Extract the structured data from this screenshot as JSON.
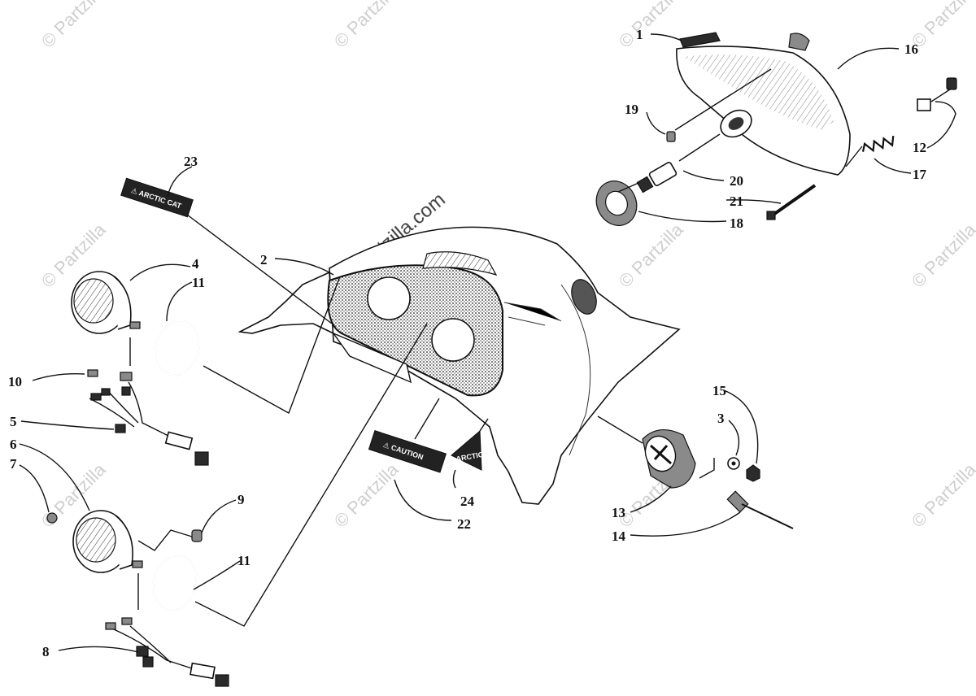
{
  "watermark": {
    "text": "© Partzilla",
    "center_text": "© Partzilla.com"
  },
  "decals": {
    "part_23_text": "⚠ ARCTIC CAT",
    "part_22_text": "⚠ CAUTION",
    "part_24_text": "ARCTIC"
  },
  "callouts": {
    "c1": "1",
    "c2": "2",
    "c3": "3",
    "c4": "4",
    "c5": "5",
    "c6": "6",
    "c7": "7",
    "c8": "8",
    "c9": "9",
    "c10": "10",
    "c11a": "11",
    "c11b": "11",
    "c12": "12",
    "c13": "13",
    "c14": "14",
    "c15": "15",
    "c16": "16",
    "c17": "17",
    "c18": "18",
    "c19": "19",
    "c20": "20",
    "c21": "21",
    "c22": "22",
    "c23": "23",
    "c24": "24"
  }
}
